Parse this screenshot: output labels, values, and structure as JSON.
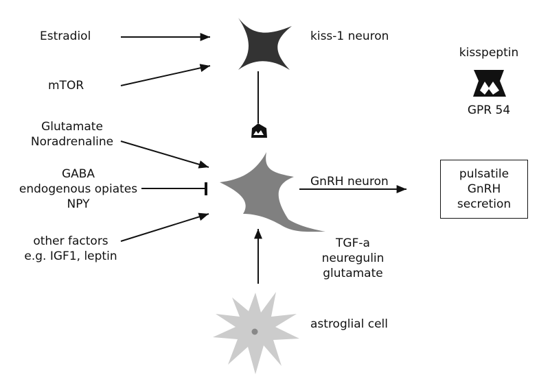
{
  "inputs": {
    "estradiol": "Estradiol",
    "mtor": "mTOR",
    "excitatory": [
      "Glutamate",
      "Noradrenaline"
    ],
    "inhibitory": [
      "GABA",
      "endogenous opiates",
      "NPY"
    ],
    "other": [
      "other factors",
      "e.g. IGF1, leptin"
    ]
  },
  "cells": {
    "kiss1": "kiss-1 neuron",
    "gnrh": "GnRH neuron",
    "astroglial": "astroglial cell"
  },
  "glial_factors": [
    "TGF-a",
    "neuregulin",
    "glutamate"
  ],
  "legend": {
    "ligand": "kisspeptin",
    "receptor": "GPR 54"
  },
  "output": [
    "pulsatile",
    "GnRH",
    "secretion"
  ],
  "colors": {
    "kiss1_cell": "#333333",
    "gnrh_cell": "#808080",
    "astroglial_cell": "#cccccc",
    "nucleus": "#888888",
    "ink": "#111111"
  }
}
